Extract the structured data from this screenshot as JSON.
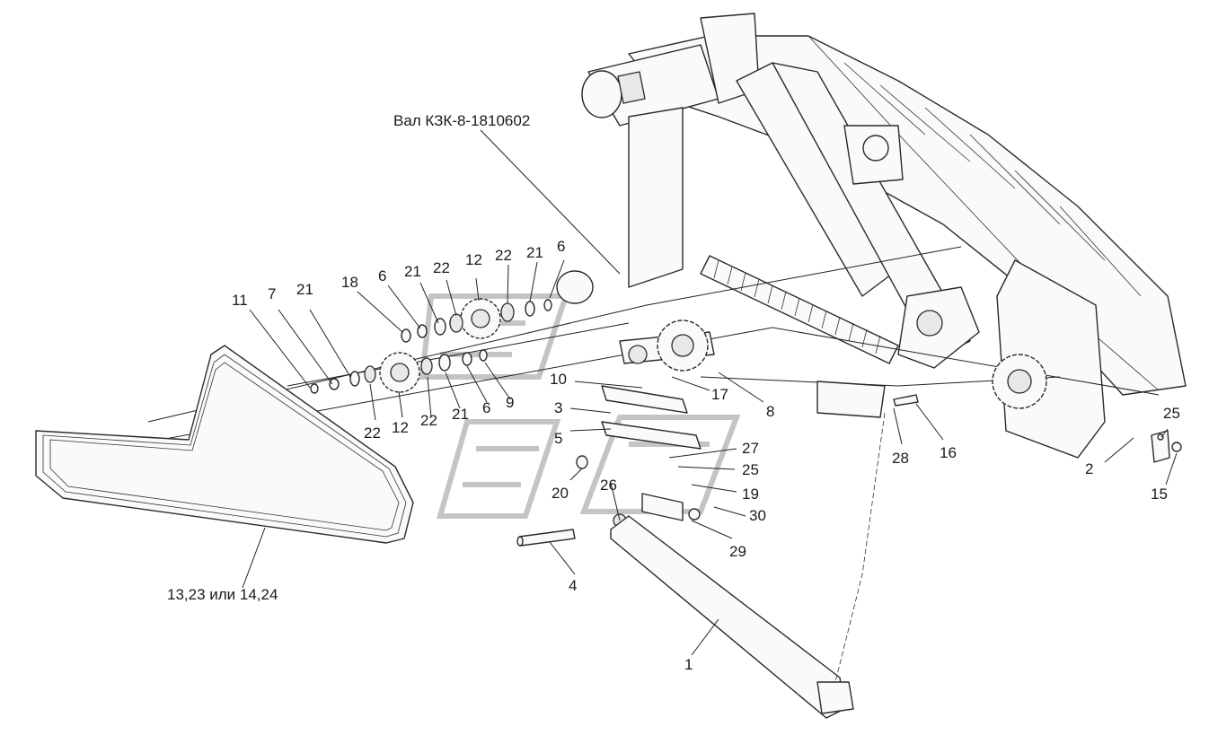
{
  "diagram": {
    "shaft_label": "Вал КЗК-8-1810602",
    "belt_label": "13,23 или 14,24",
    "callouts": {
      "c1": "1",
      "c2": "2",
      "c3": "3",
      "c4": "4",
      "c5": "5",
      "c6a": "6",
      "c6b": "6",
      "c6c": "6",
      "c7": "7",
      "c8": "8",
      "c9": "9",
      "c10": "10",
      "c11": "11",
      "c12a": "12",
      "c12b": "12",
      "c15": "15",
      "c16": "16",
      "c17": "17",
      "c18": "18",
      "c19": "19",
      "c20": "20",
      "c21a": "21",
      "c21b": "21",
      "c21c": "21",
      "c21d": "21",
      "c22a": "22",
      "c22b": "22",
      "c22c": "22",
      "c22d": "22",
      "c25a": "25",
      "c25b": "25",
      "c26": "26",
      "c27": "27",
      "c28": "28",
      "c29": "29",
      "c30": "30"
    }
  }
}
